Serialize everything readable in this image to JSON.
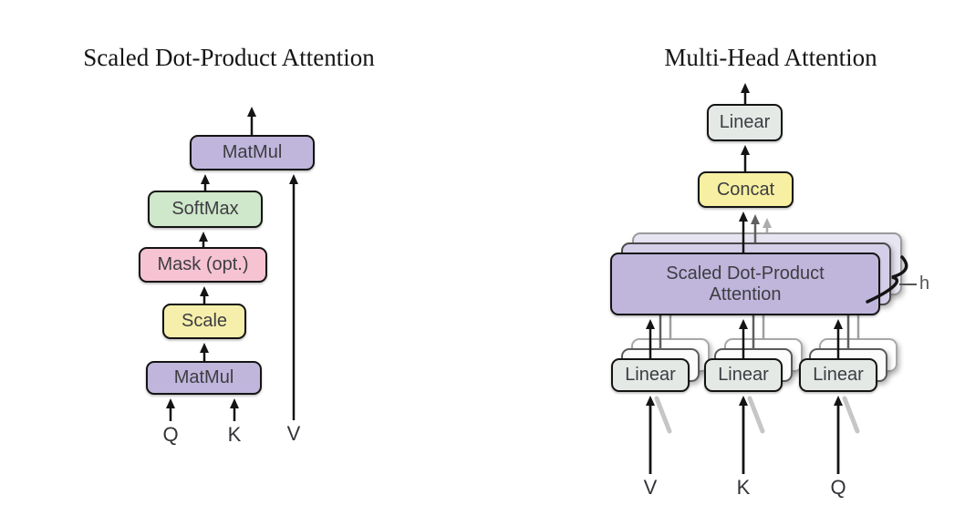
{
  "left": {
    "title": "Scaled Dot-Product Attention",
    "boxes": [
      {
        "id": "matmul-top",
        "label": "MatMul",
        "color": "#c0b6dc"
      },
      {
        "id": "softmax",
        "label": "SoftMax",
        "color": "#cfe7ca"
      },
      {
        "id": "mask",
        "label": "Mask (opt.)",
        "color": "#f6c3d3"
      },
      {
        "id": "scale",
        "label": "Scale",
        "color": "#f5efab"
      },
      {
        "id": "matmul-bottom",
        "label": "MatMul",
        "color": "#c0b6dc"
      }
    ],
    "inputs": [
      "Q",
      "K",
      "V"
    ]
  },
  "right": {
    "title": "Multi-Head Attention",
    "linear_top": "Linear",
    "concat": "Concat",
    "attention_line1": "Scaled Dot-Product",
    "attention_line2": "Attention",
    "head_label": "h",
    "linear_bottom": [
      "Linear",
      "Linear",
      "Linear"
    ],
    "inputs": [
      "V",
      "K",
      "Q"
    ]
  },
  "colors": {
    "background": "#ffffff",
    "box_purple": "#c0b6dc",
    "box_green": "#cfe7ca",
    "box_pink": "#f6c3d3",
    "box_yellow": "#f5efab",
    "box_concat_yellow": "#f7f0a2",
    "box_gray_green": "#e4e9e6",
    "box_border": "#141414",
    "arrow_black": "#141414",
    "arrow_gray_dark": "#5f5f5f",
    "arrow_gray_light": "#ababab",
    "box_text": "#3d3d42",
    "title_text": "#151515"
  }
}
